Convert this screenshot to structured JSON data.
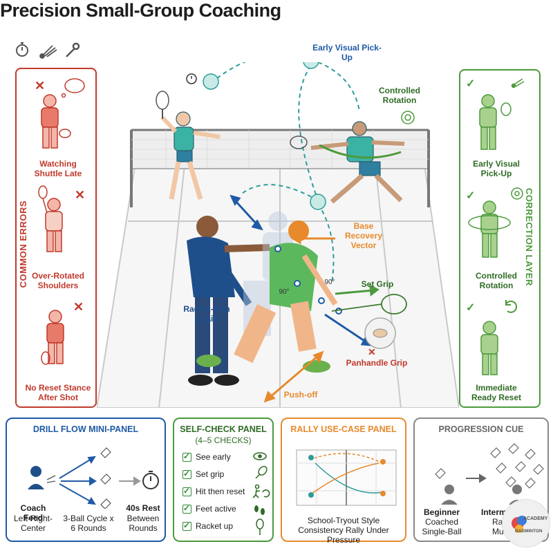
{
  "title": "Precision Small-Group Coaching",
  "header_icons": [
    "stopwatch-icon",
    "shuttlecock-icon",
    "wrench-icon"
  ],
  "colors": {
    "red": "#c0392b",
    "green": "#4c9a3c",
    "blue": "#1f5aa6",
    "orange": "#e8892b",
    "gray": "#777777",
    "teal": "#2a9d9a"
  },
  "common_errors": {
    "heading": "COMMON ERRORS",
    "items": [
      "Watching Shuttle Late",
      "Over-Rotated Shoulders",
      "No Reset Stance After Shot"
    ]
  },
  "correction_layer": {
    "heading": "CORRECTION LAYER",
    "items": [
      "Early Visual Pick-Up",
      "Controlled Rotation",
      "Immediate Ready Reset"
    ]
  },
  "court_labels": {
    "early_visual": "Early Visual Pick-Up",
    "controlled_rotation": "Controlled Rotation",
    "base_recovery": "Base Recovery Vector",
    "set_grip": "Set Grip",
    "racket_arm": "Racket-Arm Chain",
    "panhandle": "Panhandle Grip",
    "push_off": "Push-off",
    "angle_a": "90°",
    "angle_b": "90°"
  },
  "drill_flow": {
    "title": "DRILL FLOW MINI-PANEL",
    "coach_feed": "Coach Feed",
    "coach_sub": "Left-Right-Center",
    "cycle": "3-Ball Cycle x 6 Rounds",
    "rest": "40s Rest",
    "rest_sub": "Between Rounds"
  },
  "self_check": {
    "title": "SELF-CHECK PANEL",
    "subtitle": "(4–5 CHECKS)",
    "items": [
      "See early",
      "Set grip",
      "Hit then reset",
      "Feet active",
      "Racket up"
    ]
  },
  "rally": {
    "title": "RALLY USE-CASE PANEL",
    "caption": "School-Tryout Style Consistency Rally Under Pressure"
  },
  "progression": {
    "title": "PROGRESSION CUE",
    "beginner": "Beginner",
    "beginner_sub1": "Coached",
    "beginner_sub2": "Single-Ball",
    "inter": "Interm",
    "inter_sub1": "Ra",
    "inter_sub2": "Mu"
  },
  "watermark": {
    "line1": "ACADEMY",
    "line2": "BADMINTON"
  }
}
